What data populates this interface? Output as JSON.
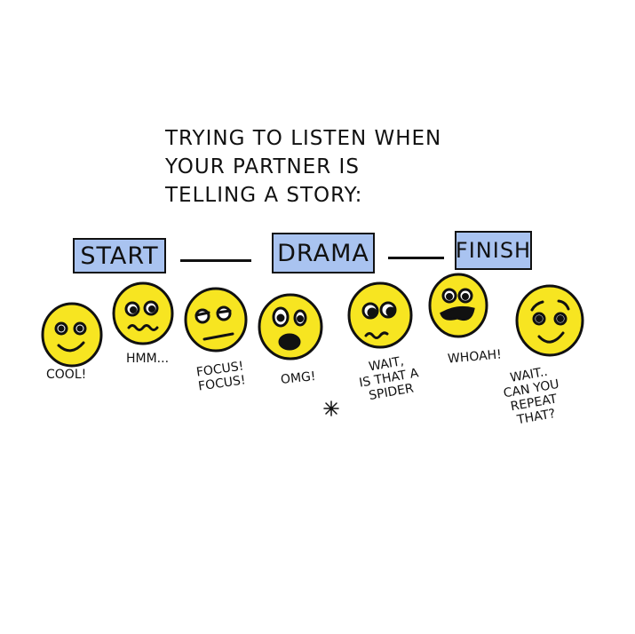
{
  "title": [
    "TRYING TO LISTEN WHEN",
    "YOUR PARTNER IS",
    "TELLING A STORY:"
  ],
  "stages": [
    "START",
    "DRAMA",
    "FINISH"
  ],
  "faces": [
    {
      "label": "COOL!"
    },
    {
      "label": "HMM..."
    },
    {
      "label": "FOCUS!\nFOCUS!"
    },
    {
      "label": "OMG!"
    },
    {
      "label": "WAIT,\nIS THAT A\nSPIDER"
    },
    {
      "label": "WHOAH!"
    },
    {
      "label": "WAIT..\nCAN YOU\nREPEAT\nTHAT?"
    }
  ],
  "colors": {
    "face": "#f7e521",
    "stage": "#a9c3f0",
    "ink": "#111111"
  }
}
